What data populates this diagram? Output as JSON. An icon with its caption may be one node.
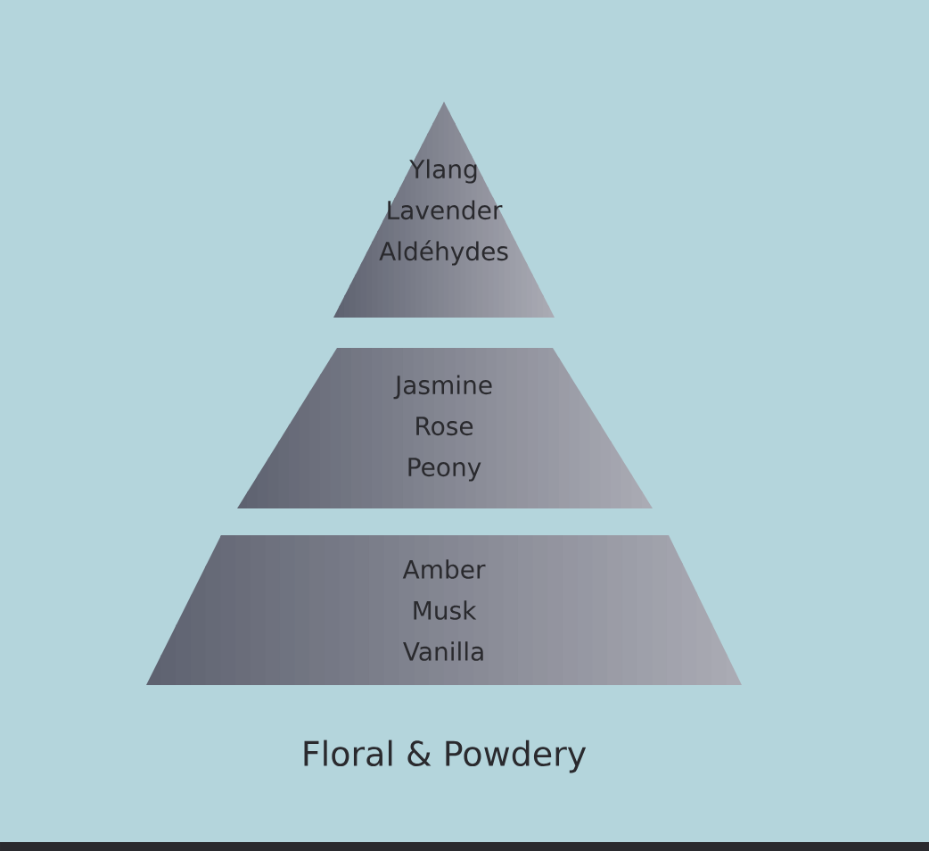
{
  "diagram": {
    "caption": "Floral & Powdery",
    "nodes": [
      {
        "text": [
          "Ylang",
          "Lavender",
          "Aldéhydes"
        ]
      },
      {
        "text": [
          "Jasmine",
          "Rose",
          "Peony"
        ]
      },
      {
        "text": [
          "Amber",
          "Musk",
          "Vanilla"
        ]
      }
    ]
  }
}
